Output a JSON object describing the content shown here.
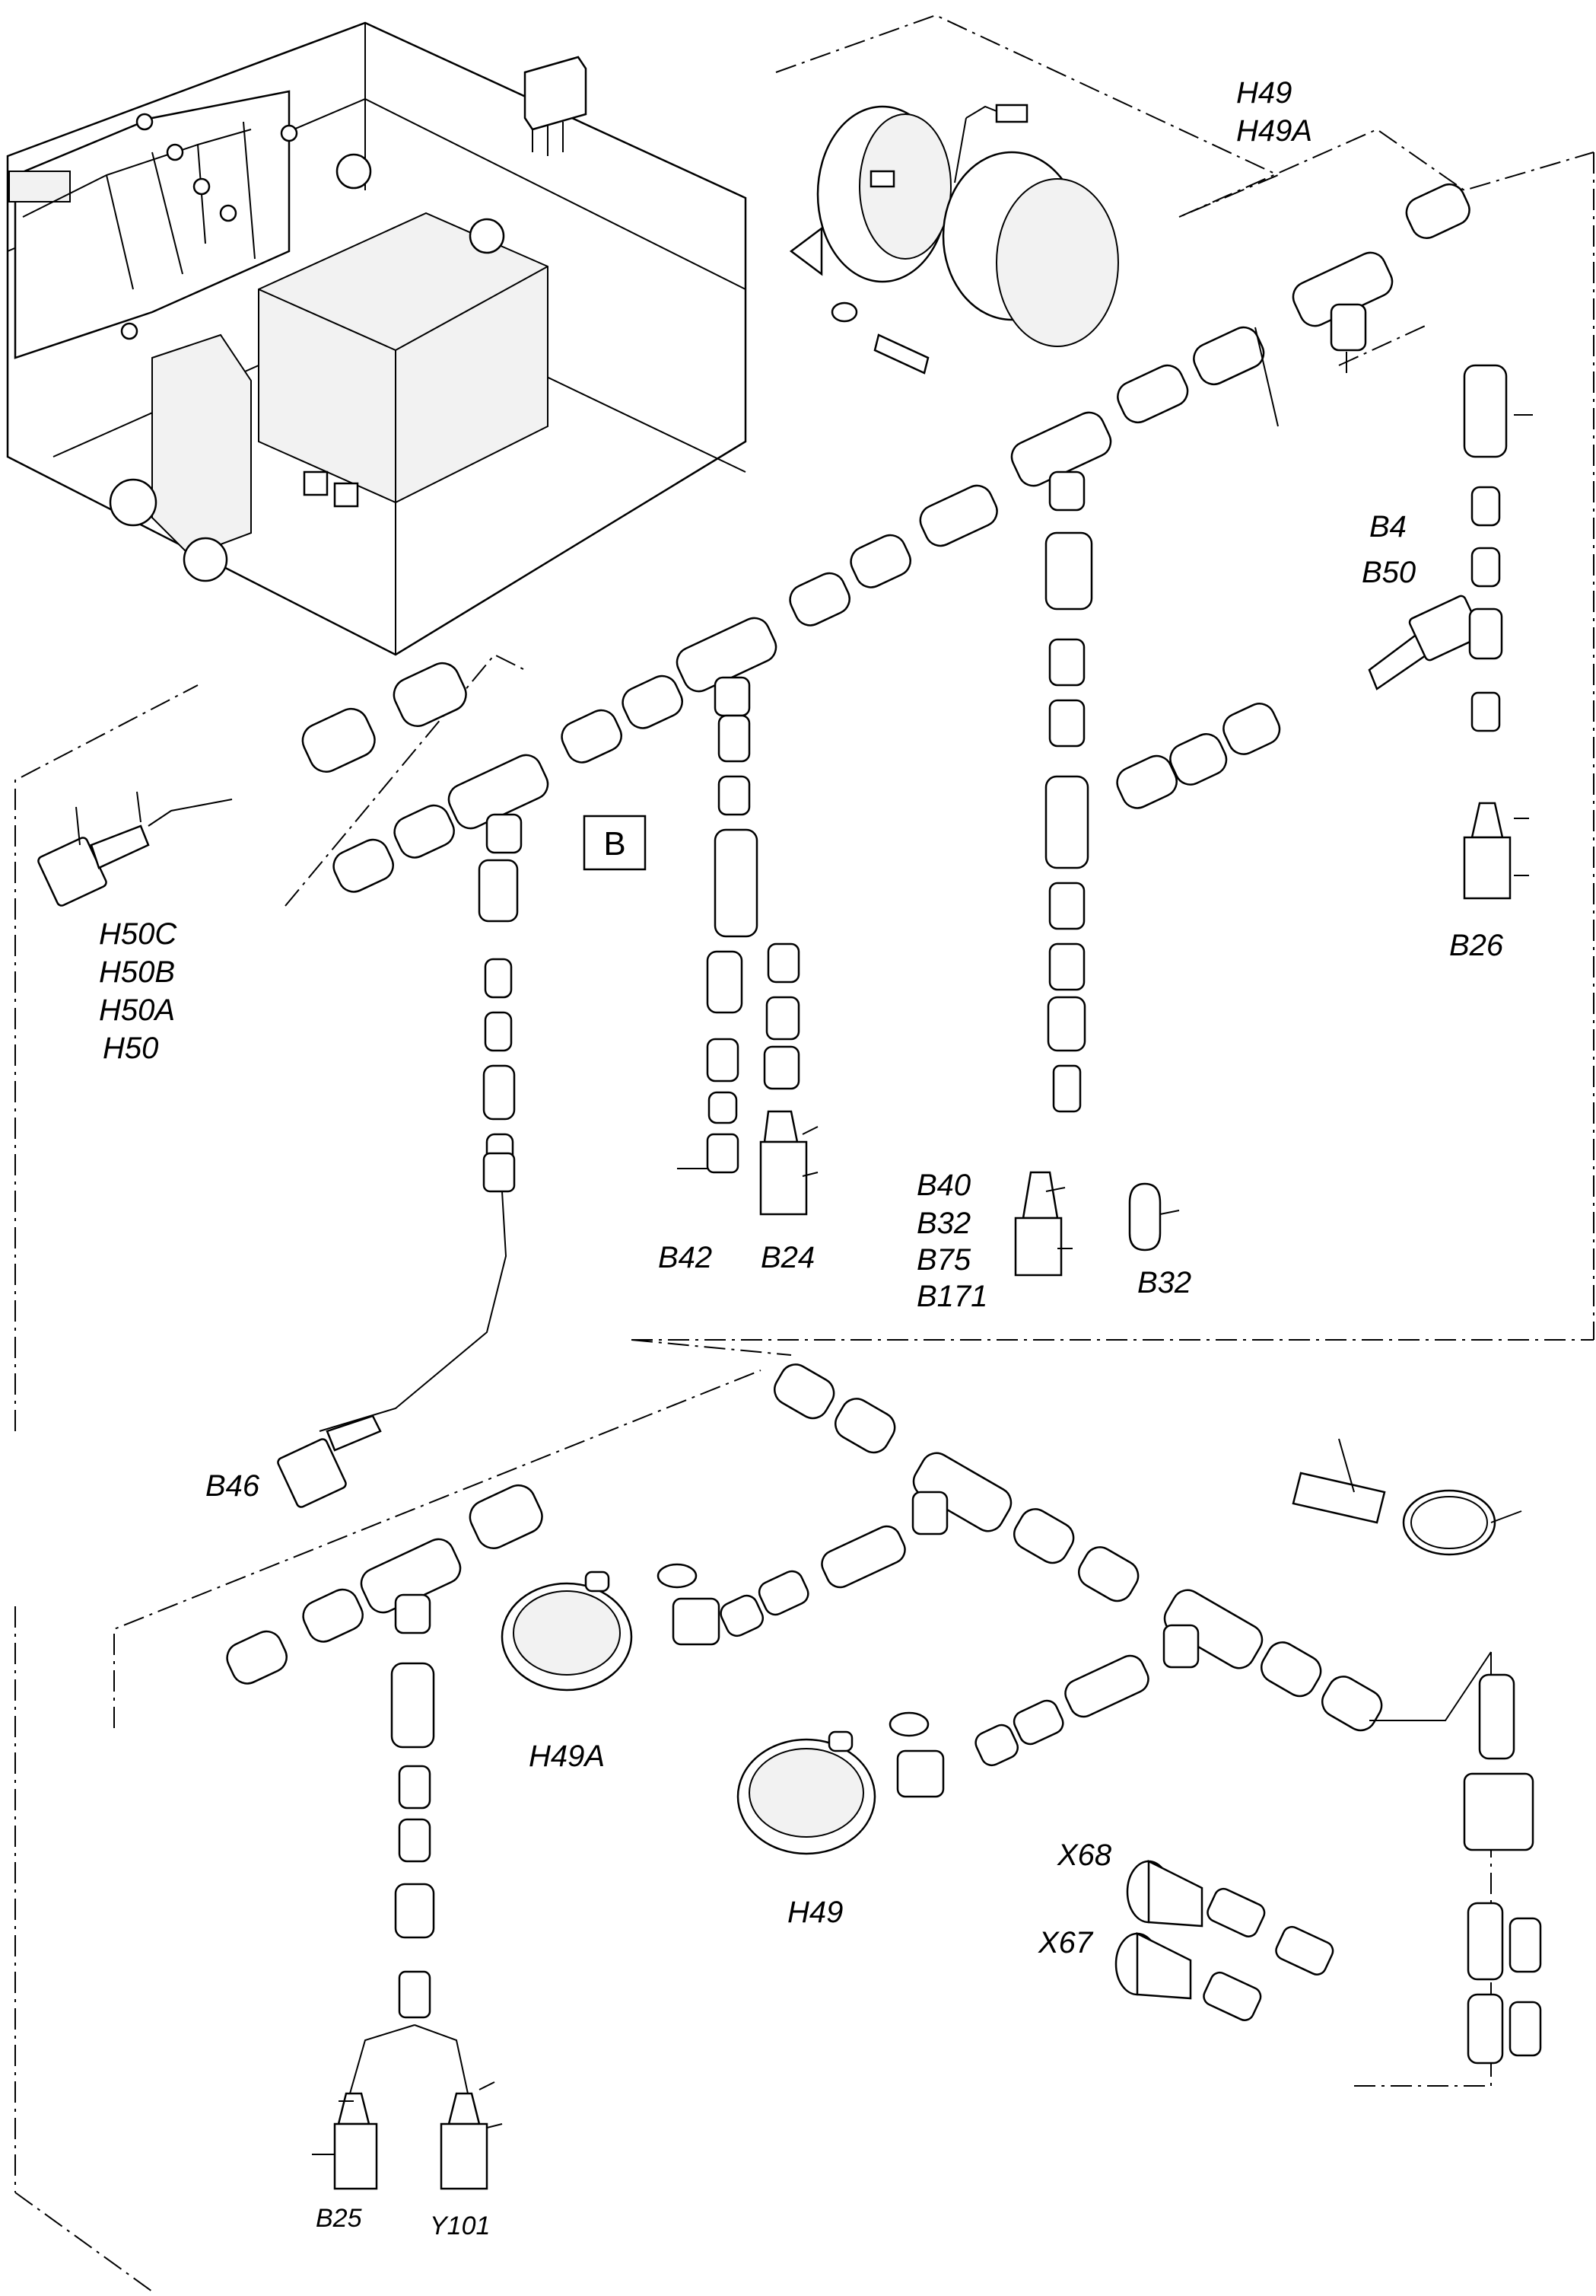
{
  "section_label": "B",
  "labels": {
    "h49_top": "H49",
    "h49a_top": "H49A",
    "b4": "B4",
    "b50": "B50",
    "b26": "B26",
    "h50c": "H50C",
    "h50b": "H50B",
    "h50a": "H50A",
    "h50": "H50",
    "b42": "B42",
    "b24": "B24",
    "b40": "B40",
    "b32a": "B32",
    "b75": "B75",
    "b171": "B171",
    "b32b": "B32",
    "b46": "B46",
    "h49a_bottom": "H49A",
    "h49_bottom": "H49",
    "x68": "X68",
    "x67": "X67",
    "b25": "B25",
    "y101": "Y101"
  }
}
